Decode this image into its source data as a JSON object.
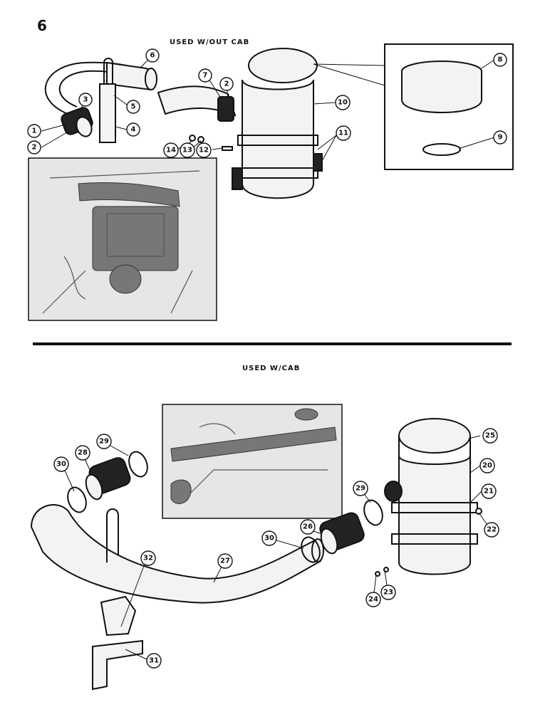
{
  "page_number": "6",
  "sections": {
    "without_cab": {
      "label": "USED W/OUT CAB"
    },
    "with_cab": {
      "label": "USED W/CAB"
    }
  },
  "callouts_top": [
    "1",
    "2",
    "3",
    "4",
    "5",
    "6",
    "7",
    "2",
    "8",
    "9",
    "10",
    "11",
    "12",
    "13",
    "14"
  ],
  "callouts_bottom": [
    "20",
    "21",
    "22",
    "23",
    "24",
    "25",
    "26",
    "27",
    "28",
    "29",
    "29",
    "30",
    "30",
    "31",
    "32"
  ],
  "colors": {
    "ink": "#111111",
    "photo_bg": "#e6e6e6"
  }
}
